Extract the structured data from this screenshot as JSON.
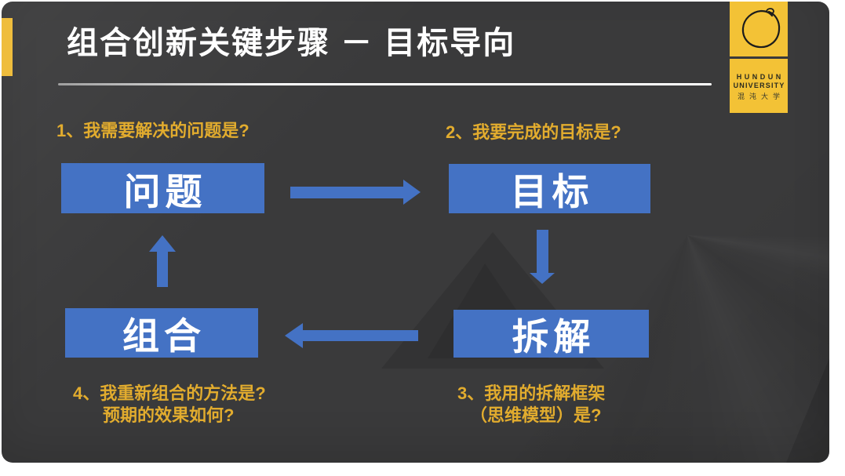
{
  "slide": {
    "title": "组合创新关键步骤 － 目标导向"
  },
  "labels": {
    "q1": "1、我需要解决的问题是?",
    "q2": "2、我要完成的目标是?",
    "q3_line1": "3、我用的拆解框架",
    "q3_line2": "（思维模型）是?",
    "q4_line1": "4、我重新组合的方法是?",
    "q4_line2": "预期的效果如何?"
  },
  "boxes": {
    "problem": "问题",
    "goal": "目标",
    "decompose": "拆解",
    "combine": "组合"
  },
  "logo": {
    "line1": "HUNDUN",
    "line2": "UNIVERSITY",
    "line3": "混沌大学"
  },
  "diagram": {
    "type": "cycle",
    "sequence": [
      "问题",
      "目标",
      "拆解",
      "组合"
    ],
    "arrows": [
      "问题→目标",
      "目标→拆解",
      "拆解→组合",
      "组合→问题"
    ]
  },
  "colors": {
    "slide_background": "#3A3A3B",
    "canvas_background": "#FFFFFF",
    "box_blue": "#4472C4",
    "label_gold": "#E2AC2E",
    "logo_yellow": "#F3C236",
    "accent_yellow": "#EFBD3D",
    "title_white": "#FFFFFF"
  }
}
